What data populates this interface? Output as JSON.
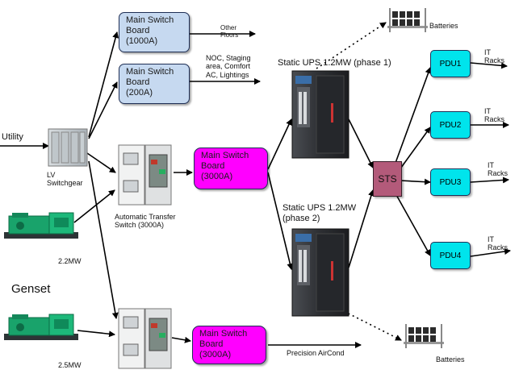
{
  "colors": {
    "switchboard_blue": "#c6d9f0",
    "switchboard_magenta": "#ff00ff",
    "pdu_cyan": "#00e4ec",
    "sts_mauve": "#b35a7a",
    "arrow": "#000000"
  },
  "labels": {
    "utility": "Utility",
    "lv_switchgear": "LV\nSwitchgear",
    "ats": "Automatic Transfer\nSwitch (3000A)",
    "genset": "Genset",
    "genset_1_rating": "2.2MW",
    "genset_2_rating": "2.5MW",
    "other_floors": "Other\nFloors",
    "noc_loads": "NOC, Staging\narea, Comfort\nAC, Lightings",
    "ups1": "Static UPS 1.2MW (phase 1)",
    "ups2": "Static UPS 1.2MW\n(phase 2)",
    "batteries_top": "Batteries",
    "batteries_bottom": "Batteries",
    "precision_aircond": "Precision AirCond",
    "it_racks_1": "IT\nRacks",
    "it_racks_2": "IT\nRacks",
    "it_racks_3": "IT\nRacks",
    "it_racks_4": "IT\nRacks"
  },
  "boxes": {
    "msb_1000": "Main Switch\nBoard\n(1000A)",
    "msb_200": "Main Switch\nBoard\n(200A)",
    "msb_3000_a": "Main Switch\nBoard\n(3000A)",
    "msb_3000_b": "Main Switch\nBoard\n(3000A)",
    "sts": "STS",
    "pdu1": "PDU1",
    "pdu2": "PDU2",
    "pdu3": "PDU3",
    "pdu4": "PDU4"
  },
  "equipment": [
    "lv-switchgear-cabinet",
    "ats-cabinet",
    "ats-cabinet",
    "generator",
    "generator",
    "ups-cabinet",
    "ups-cabinet",
    "battery-rack",
    "battery-rack"
  ]
}
